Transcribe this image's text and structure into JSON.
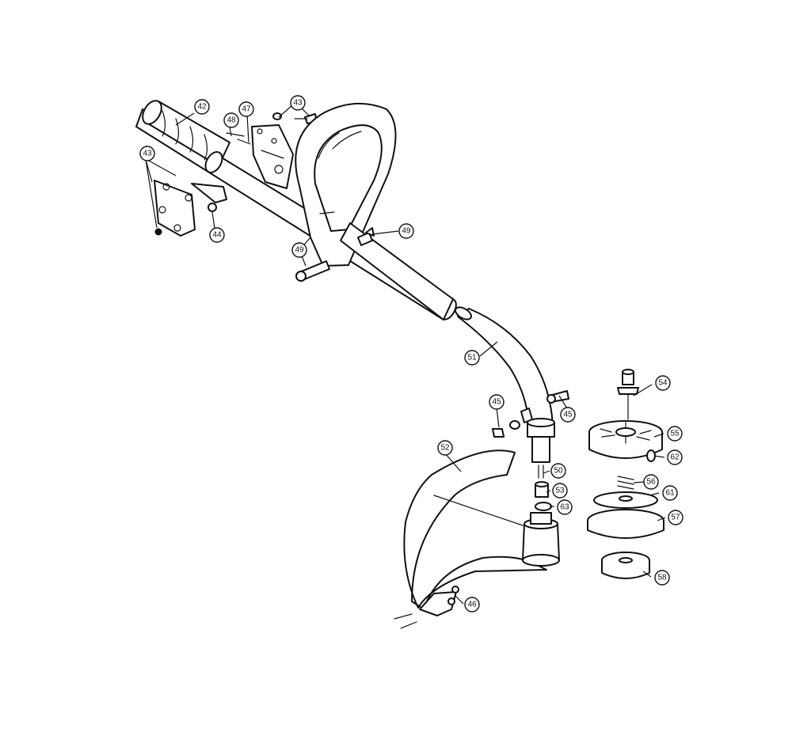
{
  "diagram": {
    "callouts": [
      {
        "id": "42",
        "label": "42"
      },
      {
        "id": "43a",
        "label": "43"
      },
      {
        "id": "43b",
        "label": "43"
      },
      {
        "id": "44",
        "label": "44"
      },
      {
        "id": "45a",
        "label": "45"
      },
      {
        "id": "45b",
        "label": "45"
      },
      {
        "id": "46",
        "label": "46"
      },
      {
        "id": "47",
        "label": "47"
      },
      {
        "id": "48",
        "label": "48"
      },
      {
        "id": "49a",
        "label": "49"
      },
      {
        "id": "49b",
        "label": "49"
      },
      {
        "id": "50",
        "label": "50"
      },
      {
        "id": "51",
        "label": "51"
      },
      {
        "id": "52",
        "label": "52"
      },
      {
        "id": "53",
        "label": "53"
      },
      {
        "id": "54",
        "label": "54"
      },
      {
        "id": "55",
        "label": "55"
      },
      {
        "id": "56",
        "label": "56"
      },
      {
        "id": "57",
        "label": "57"
      },
      {
        "id": "58",
        "label": "58"
      },
      {
        "id": "61",
        "label": "61"
      },
      {
        "id": "62",
        "label": "62"
      },
      {
        "id": "63",
        "label": "63"
      }
    ]
  }
}
